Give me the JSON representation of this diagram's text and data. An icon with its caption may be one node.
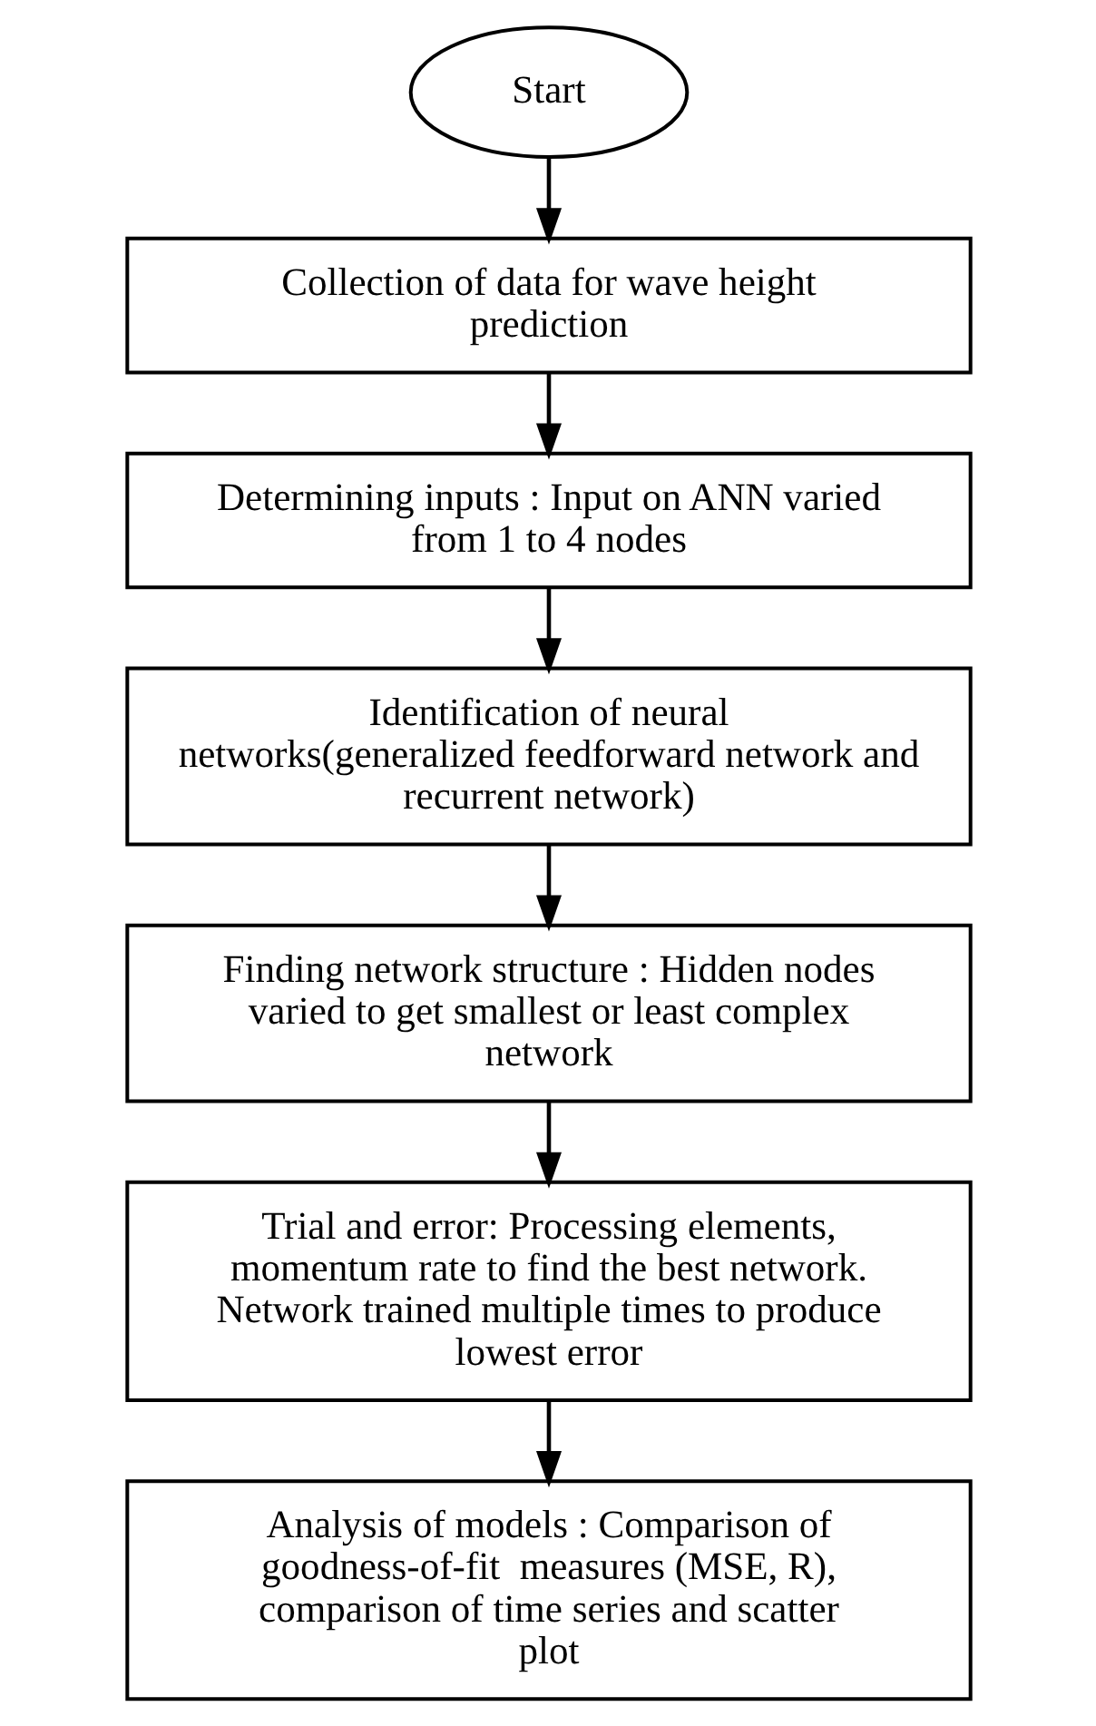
{
  "diagram": {
    "nodes": [
      {
        "text": [
          "Start"
        ]
      },
      {
        "text": [
          "Collection of data for wave height prediction"
        ]
      },
      {
        "text": [
          "Determining inputs : Input on ANN varied from 1 to 4 nodes"
        ]
      },
      {
        "text": [
          "Identification of neural networks(generalized feedforward network and recurrent network)"
        ]
      },
      {
        "text": [
          "Finding network structure : Hidden nodes varied to get smallest or least complex network"
        ]
      },
      {
        "text": [
          "Trial and error: Processing elements, momentum rate to find the best network. Network trained multiple times to produce lowest error"
        ]
      },
      {
        "text": [
          "Analysis of models : Comparison of goodness-of-fit  measures (MSE, R), comparison of time series and scatter plot"
        ]
      }
    ],
    "edges": [
      {
        "from": 0,
        "to": 1,
        "arrow": "to"
      },
      {
        "from": 1,
        "to": 2,
        "arrow": "to"
      },
      {
        "from": 2,
        "to": 3,
        "arrow": "to"
      },
      {
        "from": 3,
        "to": 4,
        "arrow": "to"
      },
      {
        "from": 4,
        "to": 5,
        "arrow": "to"
      },
      {
        "from": 5,
        "to": 6,
        "arrow": "to"
      }
    ]
  }
}
